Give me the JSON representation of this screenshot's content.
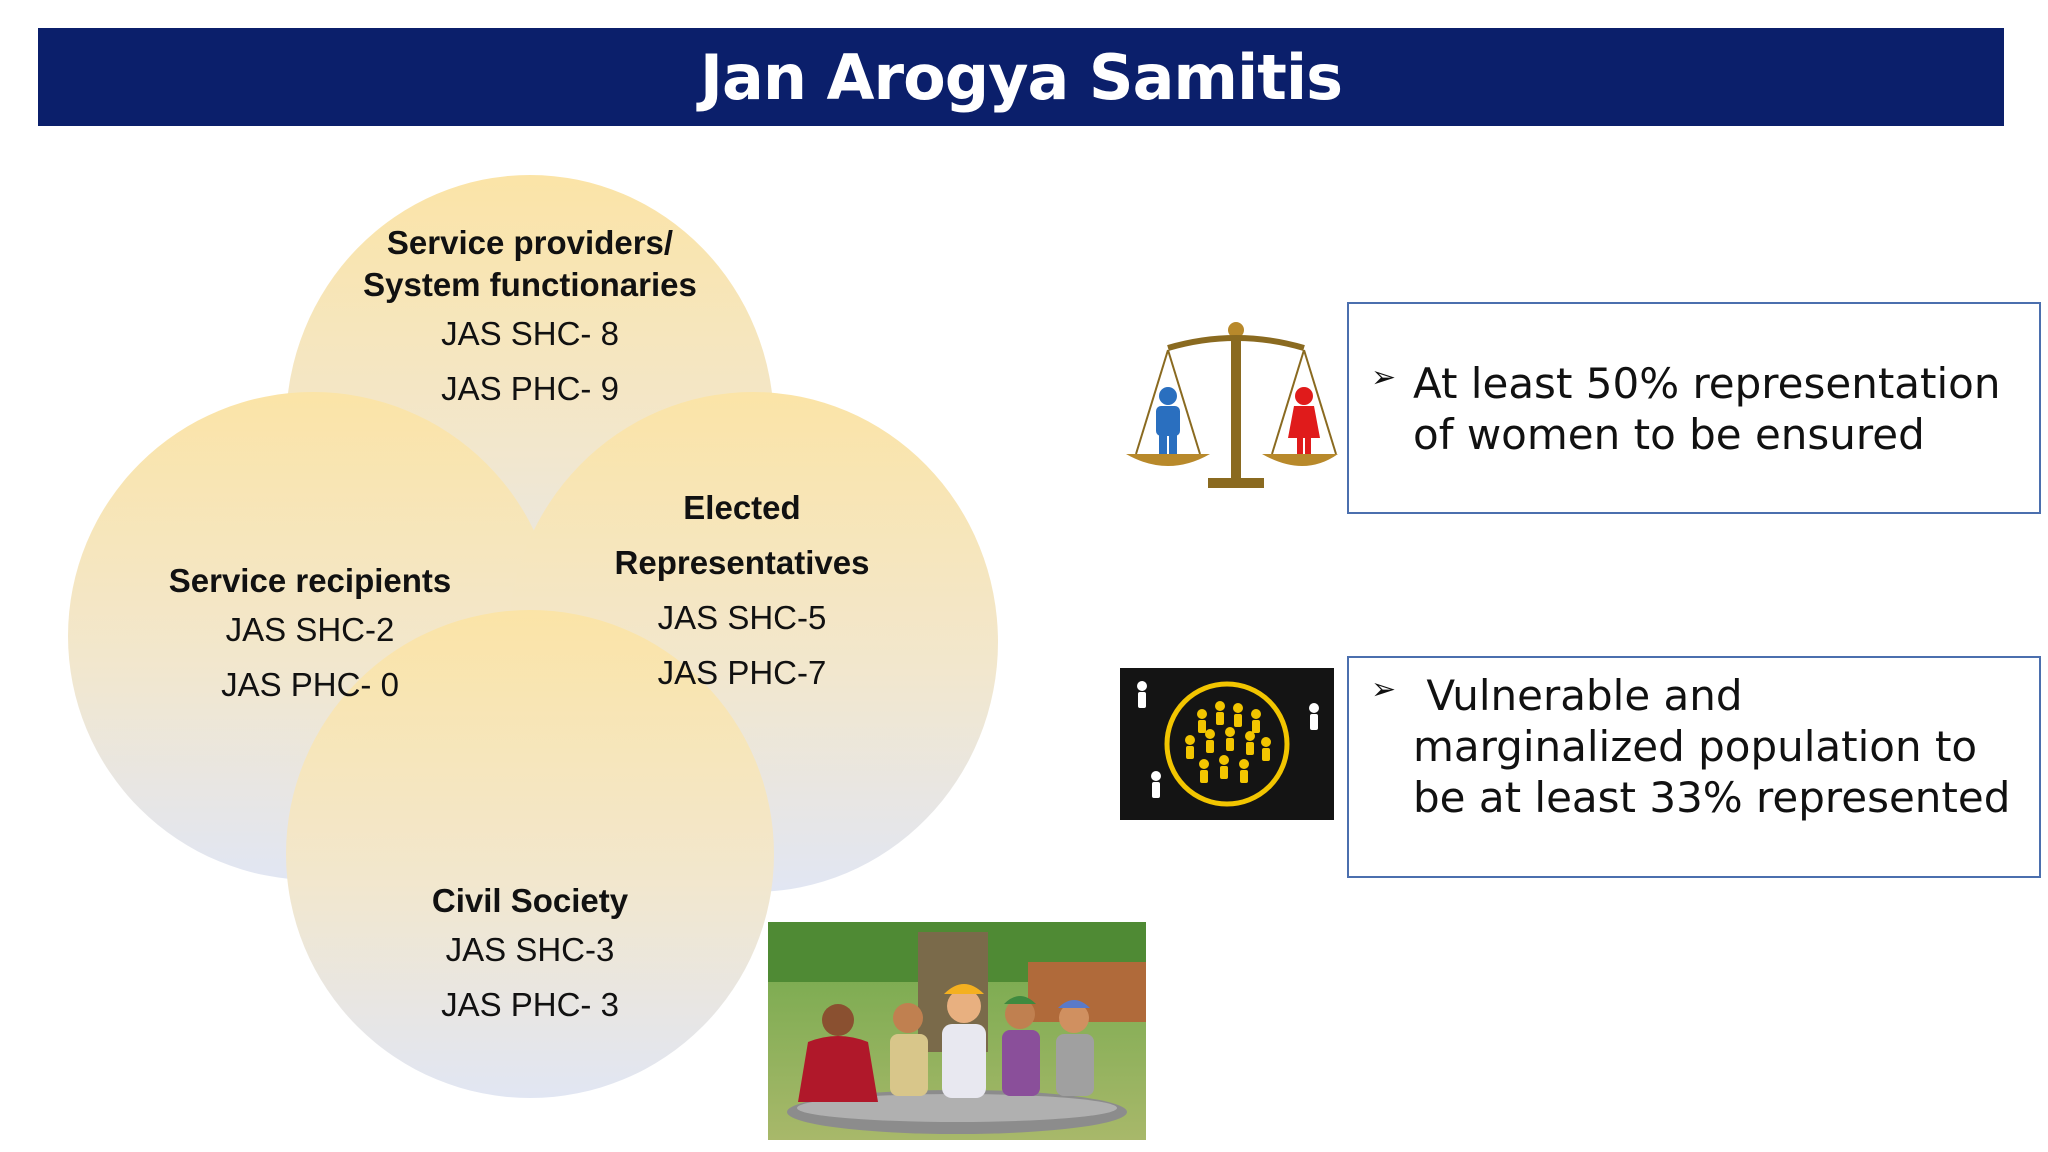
{
  "title": "Jan Arogya Samitis",
  "groups": {
    "top": {
      "heading_1": "Service providers/",
      "heading_2": "System functionaries",
      "shc": "JAS SHC- 8",
      "phc": "JAS PHC- 9"
    },
    "left": {
      "heading": "Service recipients",
      "shc": "JAS SHC-2",
      "phc": "JAS PHC- 0"
    },
    "right": {
      "heading_1": "Elected",
      "heading_2": "Representatives",
      "shc": "JAS SHC-5",
      "phc": "JAS PHC-7"
    },
    "bottom": {
      "heading": "Civil Society",
      "shc": "JAS SHC-3",
      "phc": "JAS PHC- 3"
    }
  },
  "boxes": {
    "women": {
      "bullet": "➢",
      "text_1": "At least 50% representation",
      "text_2": "of women  to be ensured"
    },
    "vulnerable": {
      "bullet": "➢",
      "text_1": " Vulnerable and",
      "text_2": "marginalized population to",
      "text_3": "be at least 33% represented"
    }
  },
  "icons": {
    "scale": "balance-scale-icon",
    "crowd": "crowd-icon",
    "villagers": "villagers-illustration"
  },
  "colors": {
    "title_bar": "#0b1f6b",
    "circle_top": "#fbe4a7",
    "circle_bottom": "#e1e6f3",
    "box_border": "#4b6fae",
    "male_figure": "#2a6fbf",
    "female_figure": "#e01b1b",
    "crowd_yellow": "#f2c500"
  }
}
